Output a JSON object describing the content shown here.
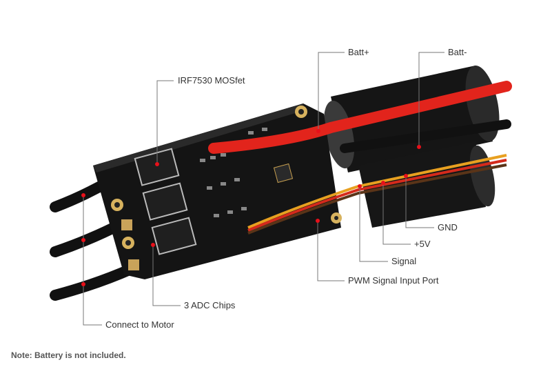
{
  "labels": {
    "mosfet": "IRF7530 MOSfet",
    "batt_plus": "Batt+",
    "batt_minus": "Batt-",
    "gnd": "GND",
    "plus5v": "+5V",
    "signal": "Signal",
    "pwm": "PWM Signal Input Port",
    "adc": "3 ADC Chips",
    "motor": "Connect to Motor"
  },
  "note": "Note: Battery is not included.",
  "colors": {
    "leader": "#777777",
    "dot": "#e8101a",
    "board": "#141414",
    "red_wire": "#e2241c"
  }
}
